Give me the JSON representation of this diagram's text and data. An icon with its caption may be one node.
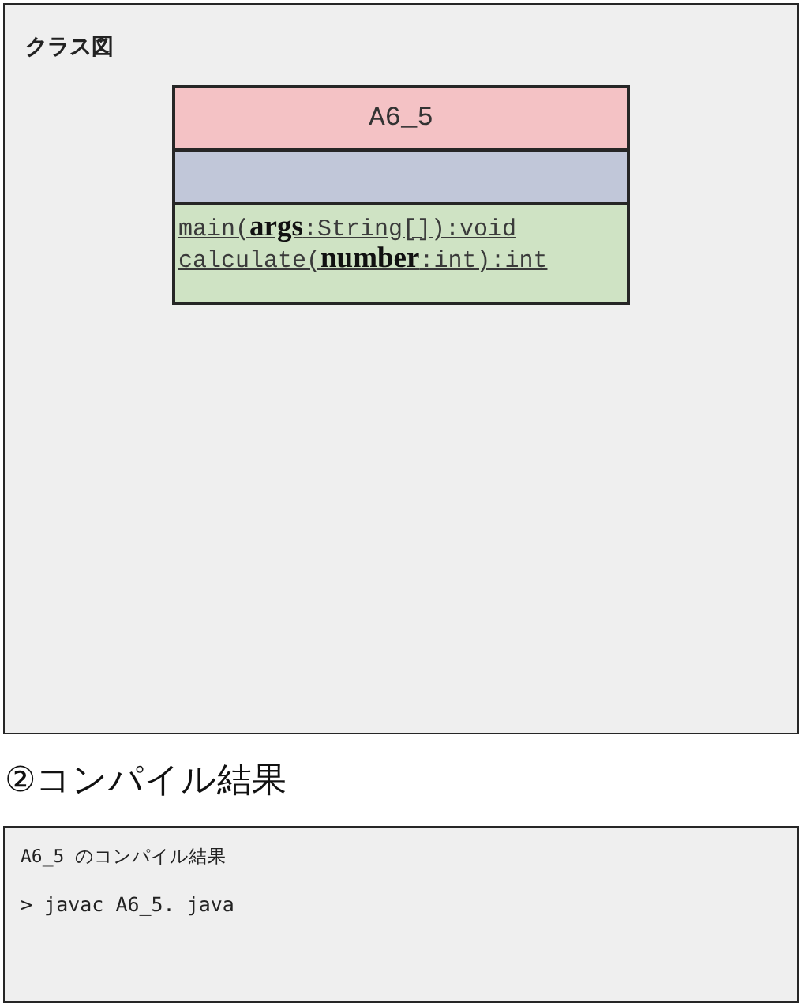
{
  "diagram": {
    "nodes": [
      {
        "text": [
          "クラス図"
        ]
      },
      {
        "text": [
          "A6_5"
        ],
        "in": 0
      },
      {
        "text": [],
        "shape": "box",
        "in": 0
      },
      {
        "text": [
          "main(**args**:String[]):void",
          "calculate(**number**:int):int"
        ],
        "in": 0
      },
      {
        "text": [
          "A6_5 のコンパイル結果",
          "> javac A6_5. java"
        ],
        "beside": [
          "②コンパイル結果"
        ]
      }
    ]
  }
}
